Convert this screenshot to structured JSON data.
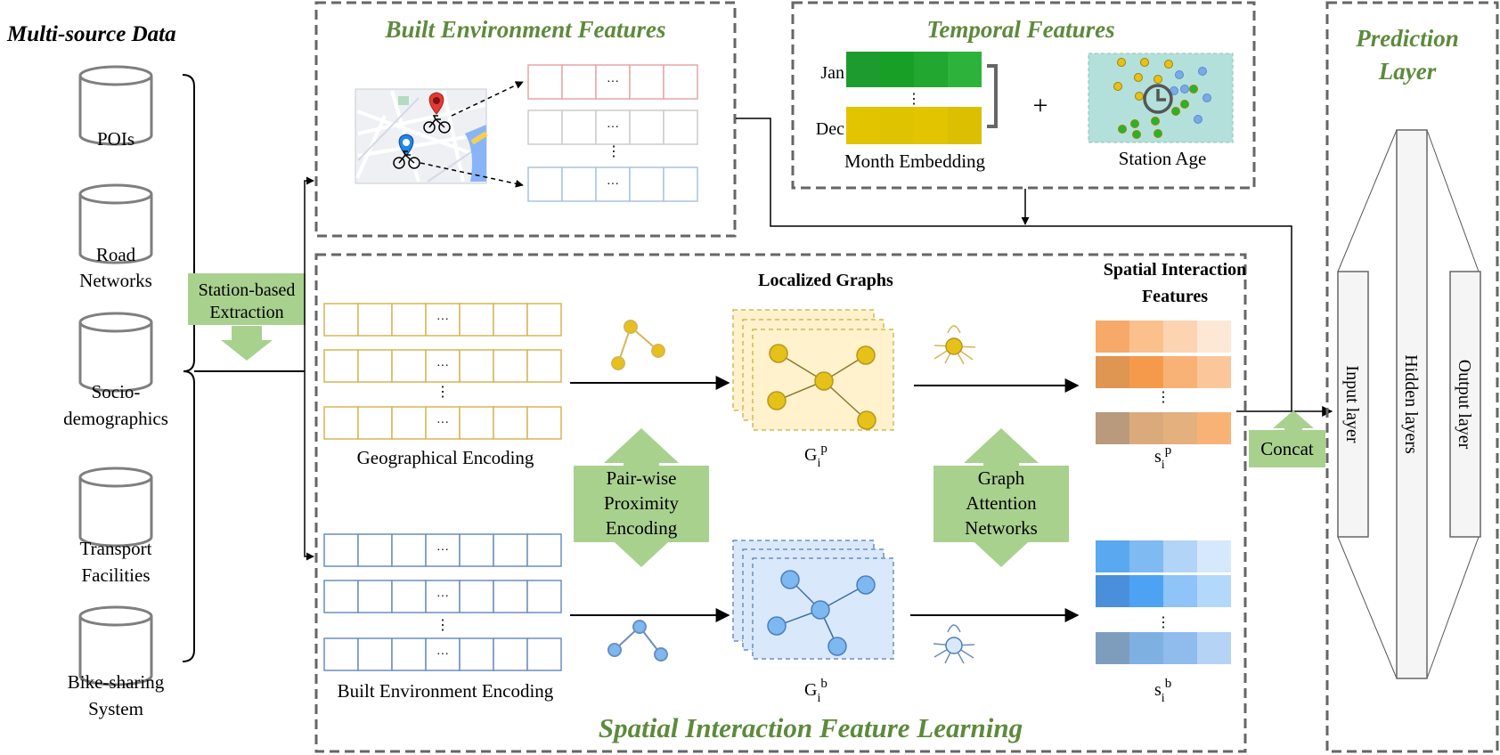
{
  "titles": {
    "multi_source": "Multi-source Data",
    "built_env": "Built Environment Features",
    "temporal": "Temporal Features",
    "prediction_l1": "Prediction",
    "prediction_l2": "Layer",
    "spatial_learning": "Spatial Interaction Feature Learning"
  },
  "data_sources": [
    {
      "lines": [
        "POIs"
      ]
    },
    {
      "lines": [
        "Road",
        "Networks"
      ]
    },
    {
      "lines": [
        "Socio-",
        "demographics"
      ]
    },
    {
      "lines": [
        "Transport",
        "Facilities"
      ]
    },
    {
      "lines": [
        "Bike-sharing",
        "System"
      ]
    }
  ],
  "extraction": {
    "l1": "Station-based",
    "l2": "Extraction"
  },
  "temporal": {
    "jan": "Jan",
    "dec": "Dec",
    "month_embedding": "Month Embedding",
    "plus": "+",
    "station_age": "Station Age"
  },
  "spatial": {
    "localized_graphs": "Localized Graphs",
    "sif_l1": "Spatial Interaction",
    "sif_l2": "Features",
    "geo_encoding": "Geographical Encoding",
    "be_encoding": "Built Environment Encoding",
    "pairwise": [
      "Pair-wise",
      "Proximity",
      "Encoding"
    ],
    "gat": [
      "Graph",
      "Attention",
      "Networks"
    ],
    "gp": {
      "base": "G",
      "sub": "i",
      "sup": "p"
    },
    "gb": {
      "base": "G",
      "sub": "i",
      "sup": "b"
    },
    "sp": {
      "base": "s",
      "sub": "i",
      "sup": "p"
    },
    "sb": {
      "base": "s",
      "sub": "i",
      "sup": "b"
    }
  },
  "cell_dots": "···",
  "vdots": "⋮",
  "concat": "Concat",
  "layers": {
    "input": "Input layer",
    "hidden": "Hidden layers",
    "output": "Output layer"
  },
  "colors": {
    "green_title": "#5d8a3c",
    "green_box": "#a9d18e",
    "geo": "#d6b656",
    "be": "#6c8ebf",
    "dash": "#666666"
  }
}
